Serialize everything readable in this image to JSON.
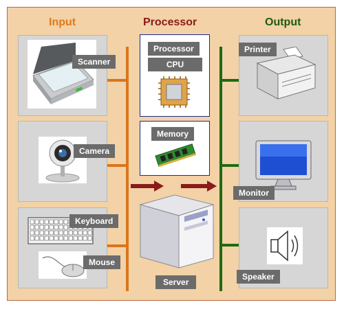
{
  "titles": {
    "input": "Input",
    "processor": "Processor",
    "output": "Output"
  },
  "labels": {
    "scanner": "Scanner",
    "camera": "Camera",
    "keyboard": "Keyboard",
    "mouse": "Mouse",
    "processor": "Processor",
    "cpu": "CPU",
    "memory": "Memory",
    "server": "Server",
    "printer": "Printer",
    "monitor": "Monitor",
    "speaker": "Speaker"
  },
  "colors": {
    "input_title": "#e07a1a",
    "processor_title": "#8b1a1a",
    "output_title": "#1f5a14",
    "input_bus": "#d9761c",
    "output_bus": "#1f6a12",
    "arrow": "#8b1a1a",
    "frame_bg": "#f2d2a6"
  }
}
